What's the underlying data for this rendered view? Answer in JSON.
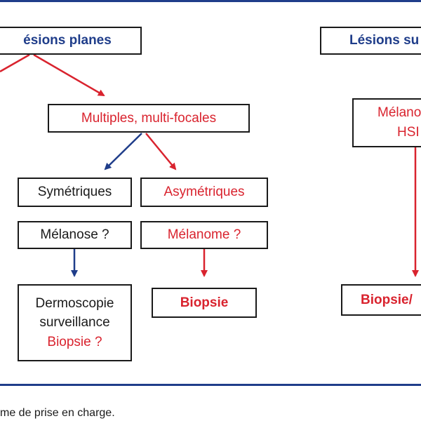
{
  "colors": {
    "blue": "#1f3d8a",
    "red": "#d9232e",
    "text": "#1a1a1a"
  },
  "flowchart": {
    "left_header": "ésions planes",
    "right_header": "Lésions su",
    "multiples": "Multiples, multi-focales",
    "symetriques": "Symétriques",
    "asymetriques": "Asymétriques",
    "melanose": "Mélanose ?",
    "melanome": "Mélanome ?",
    "dermoscopie_line1": "Dermoscopie",
    "dermoscopie_line2": "surveillance",
    "dermoscopie_line3": "Biopsie ?",
    "biopsie_center": "Biopsie",
    "right_middle_line1": "Mélano",
    "right_middle_line2": "HSI",
    "right_bottom": "Biopsie/"
  },
  "caption": "me de prise en charge."
}
